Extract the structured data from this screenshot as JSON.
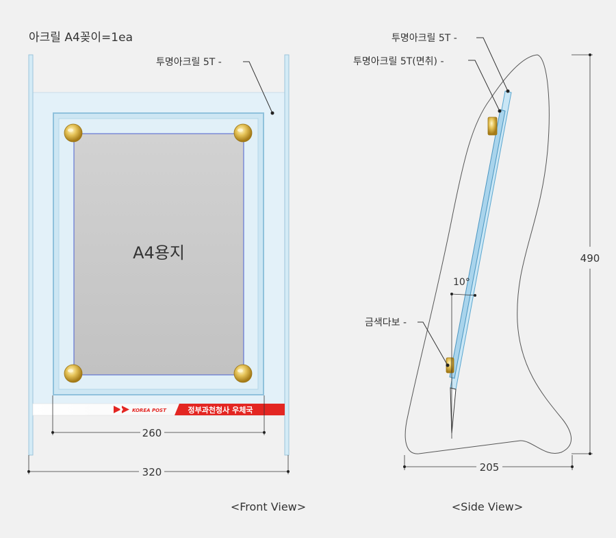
{
  "product_label": "아크릴 A4꽂이=1ea",
  "front": {
    "callout_clear_acrylic": "투명아크릴 5T -",
    "paper_label": "A4용지",
    "logo_text": "KOREA POST",
    "banner_text": "정부과천청사 우체국",
    "dim_inner_width": "260",
    "dim_outer_width": "320",
    "view_caption": "<Front View>"
  },
  "side": {
    "callout_clear_acrylic": "투명아크릴 5T -",
    "callout_chamfered_acrylic": "투명아크릴 5T(면취) -",
    "callout_gold_standoff": "금색다보 -",
    "angle_label": "10°",
    "dim_height": "490",
    "dim_depth": "205",
    "view_caption": "<Side View>"
  },
  "colors": {
    "acrylic_fill": "#ddeff8",
    "acrylic_edge": "#a9cfe2",
    "paper_fill": "#c7c7c7",
    "paper_border": "#4a5fd0",
    "gold": "#c89b2a",
    "banner_red": "#e32622"
  }
}
